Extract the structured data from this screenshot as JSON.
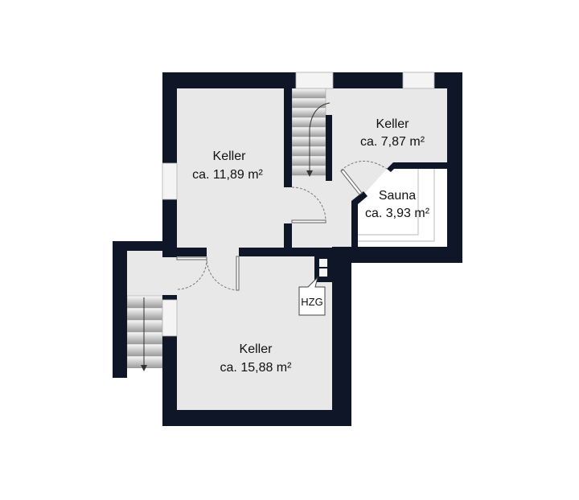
{
  "rooms": [
    {
      "name": "Keller",
      "area": "ca. 11,89 m²"
    },
    {
      "name": "Keller",
      "area": "ca. 7,87 m²"
    },
    {
      "name": "Sauna",
      "area": "ca. 3,93 m²"
    },
    {
      "name": "Keller",
      "area": "ca. 15,88 m²"
    }
  ],
  "heating_label": "HZG",
  "colors": {
    "wall": "#0e1628",
    "floor": "#e8e8e8"
  }
}
